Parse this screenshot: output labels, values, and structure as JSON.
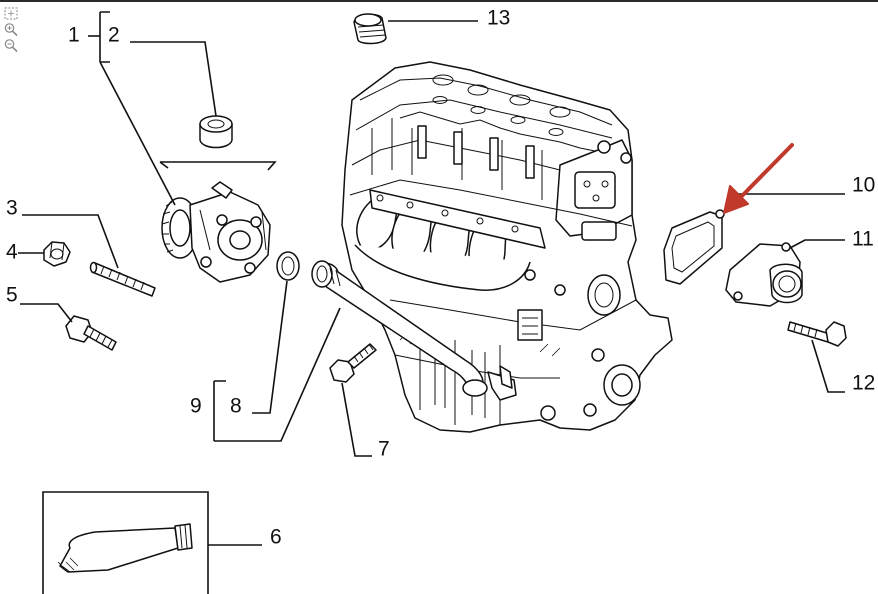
{
  "toolbar": {
    "fit_icon": "fit-page-icon",
    "zoom_in_icon": "zoom-in-icon",
    "zoom_out_icon": "zoom-out-icon"
  },
  "callouts": {
    "c1": "1",
    "c2": "2",
    "c3": "3",
    "c4": "4",
    "c5": "5",
    "c6": "6",
    "c7": "7",
    "c8": "8",
    "c9": "9",
    "c10": "10",
    "c11": "11",
    "c12": "12",
    "c13": "13"
  },
  "highlight_arrow_color": "#c0392b",
  "line_color": "#111111"
}
